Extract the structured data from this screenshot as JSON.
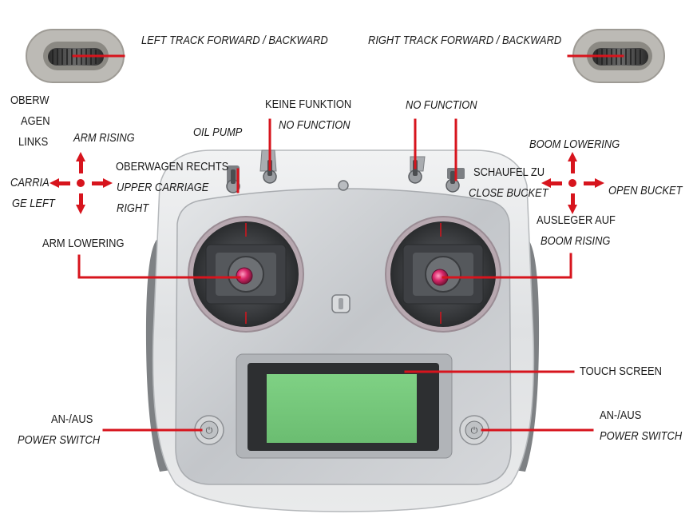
{
  "labels": {
    "left_track": "LEFT TRACK FORWARD / BACKWARD",
    "right_track": "RIGHT TRACK FORWARD / BACKWARD",
    "oberw_1": "OBERW",
    "oberw_2": "AGEN",
    "oberw_3": "LINKS",
    "arm_rising": "ARM RISING",
    "carriage_left_1": "CARRIA",
    "carriage_left_2": "GE LEFT",
    "oberwagen_rechts": "OBERWAGEN RECHTS",
    "upper_carriage_right_1": "UPPER CARRIAGE",
    "upper_carriage_right_2": "RIGHT",
    "oil_pump": "OIL PUMP",
    "keine_funktion": "KEINE FUNKTION",
    "no_function_de": "NO FUNCTION",
    "no_function_right": "NO FUNCTION",
    "boom_lowering": "BOOM LOWERING",
    "schaufel_zu": "SCHAUFEL ZU",
    "close_bucket": "CLOSE BUCKET",
    "open_bucket": "OPEN BUCKET",
    "ausleger_auf": "AUSLEGER AUF",
    "boom_rising": "BOOM RISING",
    "arm_lowering": "ARM LOWERING",
    "touch_screen": "TOUCH SCREEN",
    "an_aus_left": "AN-/AUS",
    "power_switch_left": "POWER SWITCH",
    "an_aus_right": "AN-/AUS",
    "power_switch_right": "POWER SWITCH"
  },
  "colors": {
    "accent_red": "#d7141d",
    "body_silver": "#c9ccd0",
    "side_grip": "#8a8d90",
    "screen_green": "#77c97c",
    "bezel_dark": "#2d2f31",
    "text": "#1a1a1a"
  }
}
